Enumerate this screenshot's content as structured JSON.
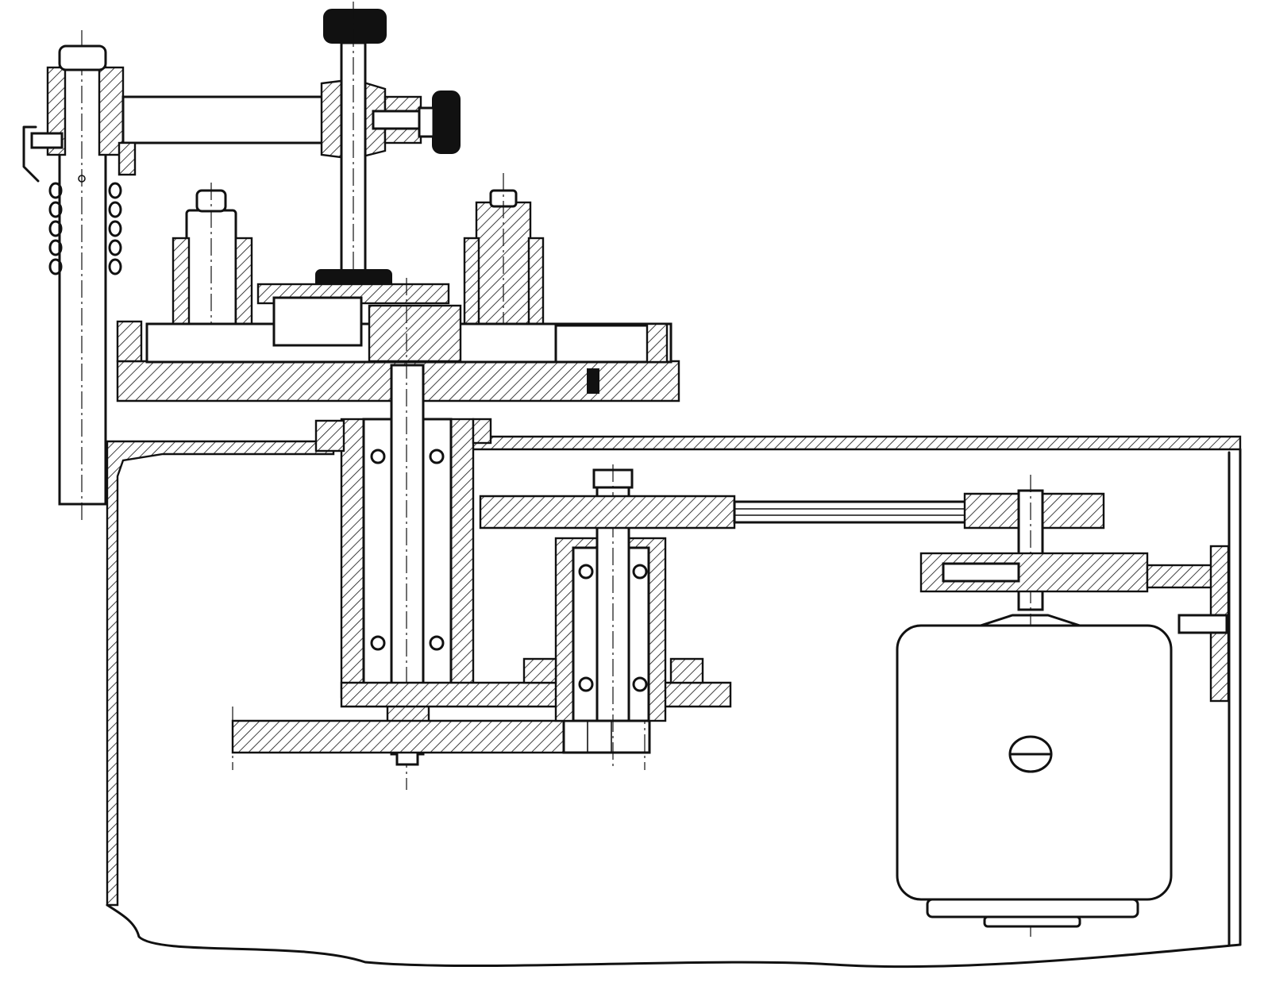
{
  "drawing": {
    "kind": "mechanical cross-section drawing",
    "colors": {
      "ink": "#111111",
      "paper": "#ffffff"
    },
    "components": [
      "vertical-column",
      "clamp-arm",
      "hand-wheel-knob",
      "side-knob",
      "spring-coil",
      "tool-holder-left",
      "tool-holder-right",
      "rotary-table",
      "main-spindle",
      "bearing-housing",
      "housing-top-plate",
      "intermediate-shaft",
      "drive-belt",
      "motor-pulley",
      "motor-mount-bracket",
      "electric-motor",
      "lower-gear",
      "machine-frame"
    ]
  }
}
